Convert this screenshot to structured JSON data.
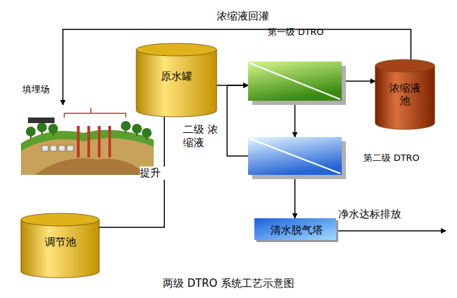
{
  "diagram": {
    "caption": "两级 DTRO 系统工艺示意图",
    "nodes": [
      {
        "text": [
          "原水罐"
        ]
      },
      {
        "text": [
          "第一级 DTRO"
        ]
      },
      {
        "text": [
          "浓缩液 池"
        ]
      },
      {
        "text": [
          "第二级 DTRO"
        ]
      },
      {
        "text": [
          "清水脱气塔"
        ]
      },
      {
        "text": [
          "调节池"
        ]
      },
      {
        "text": [
          "填埋场"
        ]
      }
    ],
    "edges": [
      {
        "from": 5,
        "to": 0,
        "label": "提升",
        "arrow": "none"
      },
      {
        "from": 0,
        "to": 1,
        "arrow": "to"
      },
      {
        "from": 3,
        "to": 1,
        "label": "二级 浓缩液",
        "arrow": "to"
      },
      {
        "from": 1,
        "to": 2,
        "arrow": "to"
      },
      {
        "from": 1,
        "to": 3,
        "arrow": "to"
      },
      {
        "from": 3,
        "to": 4,
        "arrow": "to"
      },
      {
        "from": 2,
        "to": 6,
        "label": "浓缩液回灌",
        "arrow": "to"
      }
    ],
    "labels": [
      "净水达标排放"
    ]
  }
}
